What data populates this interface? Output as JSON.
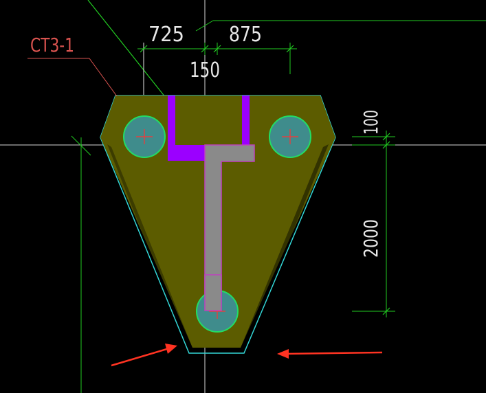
{
  "drawing": {
    "pile_cap_label": "CT3-1",
    "dimensions": {
      "top_left": "725",
      "top_right": "875",
      "top_center": "150",
      "right_top": "100",
      "right_main": "2000"
    }
  },
  "colors": {
    "background": "#000000",
    "cap_fill": "#5c5c00",
    "cap_outline": "#33d6d6",
    "pile_fill": "#3f8c8c",
    "pile_outline": "#22dd66",
    "column_fill": "#8a8a8a",
    "column_outline": "#c040c0",
    "wall_fill": "#9b00ff",
    "dimension_line": "#22cc22",
    "axis_line": "#ffffff",
    "label_color": "#d9534f",
    "arrow_color": "#ff3322"
  }
}
